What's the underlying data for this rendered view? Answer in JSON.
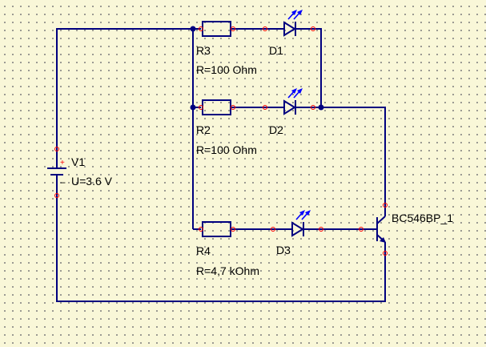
{
  "components": {
    "v1": {
      "name": "V1",
      "value": "U=3.6 V",
      "plus": "+",
      "minus": "−"
    },
    "r3": {
      "name": "R3",
      "value": "R=100 Ohm"
    },
    "d1": {
      "name": "D1"
    },
    "r2": {
      "name": "R2",
      "value": "R=100 Ohm"
    },
    "d2": {
      "name": "D2"
    },
    "r4": {
      "name": "R4",
      "value": "R=4,7 kOhm"
    },
    "d3": {
      "name": "D3"
    },
    "q1": {
      "name": "BC546BP_1"
    }
  },
  "colors": {
    "background": "#f9f7d8",
    "wire": "#00007f",
    "pin": "#ff0000",
    "led_light": "#0000ff"
  }
}
